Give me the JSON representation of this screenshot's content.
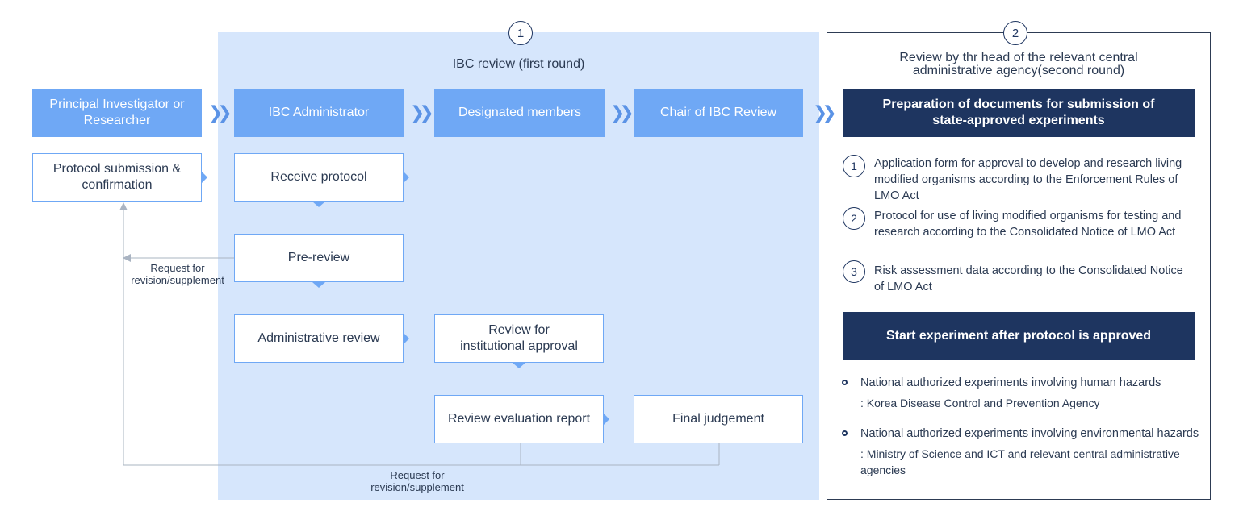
{
  "sections": {
    "first_round": {
      "number": "1",
      "title": "IBC review (first round)"
    },
    "second_round": {
      "number": "2",
      "title": "Review by thr head of the relevant central administrative agency(second round)"
    }
  },
  "headers": {
    "principal_investigator": "Principal Investigator or Researcher",
    "ibc_administrator": "IBC Administrator",
    "designated_members": "Designated members",
    "chair": "Chair of IBC Review"
  },
  "steps": {
    "protocol_submission": "Protocol submission & confirmation",
    "receive_protocol": "Receive protocol",
    "pre_review": "Pre-review",
    "administrative_review": "Administrative review",
    "review_institutional": "Review for institutional approval",
    "review_evaluation_report": "Review evaluation report",
    "final_judgement": "Final judgement"
  },
  "notes": {
    "request_revision_1": "Request for revision/supplement",
    "request_revision_2": "Request for revision/supplement"
  },
  "second_round_content": {
    "preparation_title": "Preparation of documents for submission of state-approved experiments",
    "documents": [
      {
        "number": "1",
        "text": "Application form for approval to develop and research living modified organisms according to the Enforcement Rules of LMO Act"
      },
      {
        "number": "2",
        "text": "Protocol for use of living modified organisms for testing and research according to the Consolidated Notice of LMO Act"
      },
      {
        "number": "3",
        "text": "Risk assessment data according to the Consolidated Notice of LMO Act"
      }
    ],
    "start_experiment": "Start experiment after protocol is approved",
    "agencies": [
      {
        "title": "National authorized experiments involving human hazards",
        "agency": ": Korea Disease Control and Prevention Agency"
      },
      {
        "title": "National authorized experiments involving environmental hazards",
        "agency": ": Ministry of Science and ICT and relevant central administrative agencies"
      }
    ]
  },
  "icons": {
    "flow_arrow": "double-chevron-right-icon",
    "step_arrow": "triangle-pointer-icon"
  },
  "colors": {
    "header_blue": "#6fa8f5",
    "first_round_bg": "#d6e6fc",
    "dark_navy": "#1e3560",
    "connector_gray": "#aab4c2"
  }
}
